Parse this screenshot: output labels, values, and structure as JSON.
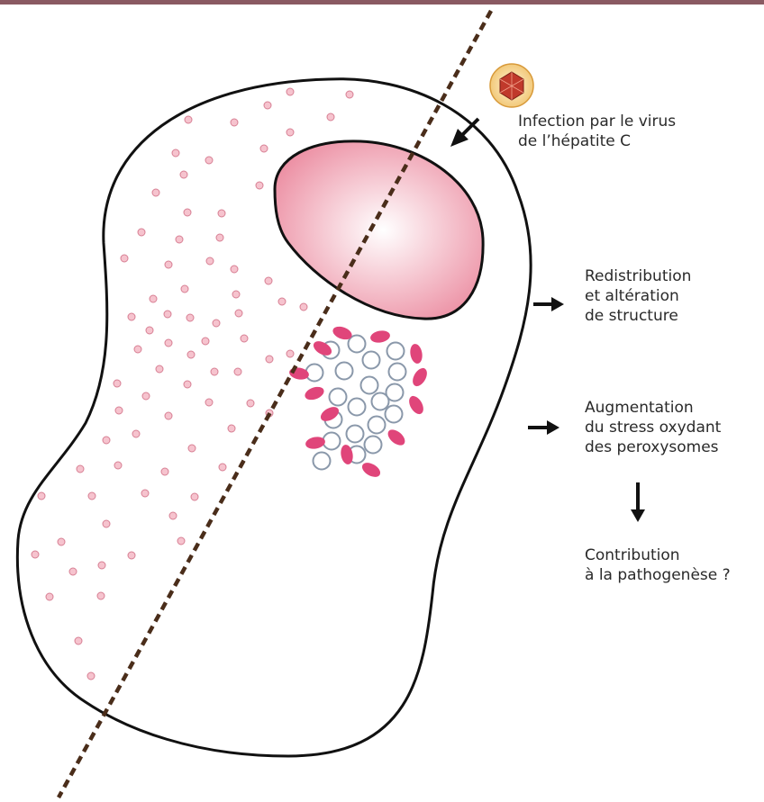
{
  "colors": {
    "top_bar": "#8a5a62",
    "cell_outline": "#111111",
    "divider_line": "#4a2d1a",
    "nucleus_center": "#ffffff",
    "nucleus_edge": "#ec8fa3",
    "dot_fill": "#f6c3ce",
    "dot_stroke": "#d77f93",
    "vesicle_stroke": "#8a98aa",
    "peroxisome_fill": "#e0457a",
    "arrow": "#111111",
    "virus_outer": "#f2c97a",
    "virus_core": "#c0392b"
  },
  "icons": {
    "virus": "hepatitis-c-virus-icon",
    "arrow_to_cell": "arrow-down-left-icon",
    "arrow_redistribution": "arrow-right-icon",
    "arrow_stress": "arrow-right-icon",
    "arrow_contribution": "arrow-down-icon"
  },
  "labels": {
    "infection": [
      "Infection par le virus",
      "de l’hépatite C"
    ],
    "redistribution": [
      "Redistribution",
      "et altération",
      "de structure"
    ],
    "stress": [
      "Augmentation",
      "du stress oxydant",
      "des peroxysomes"
    ],
    "contribution": [
      "Contribution",
      "à la pathogenèse ?"
    ]
  }
}
